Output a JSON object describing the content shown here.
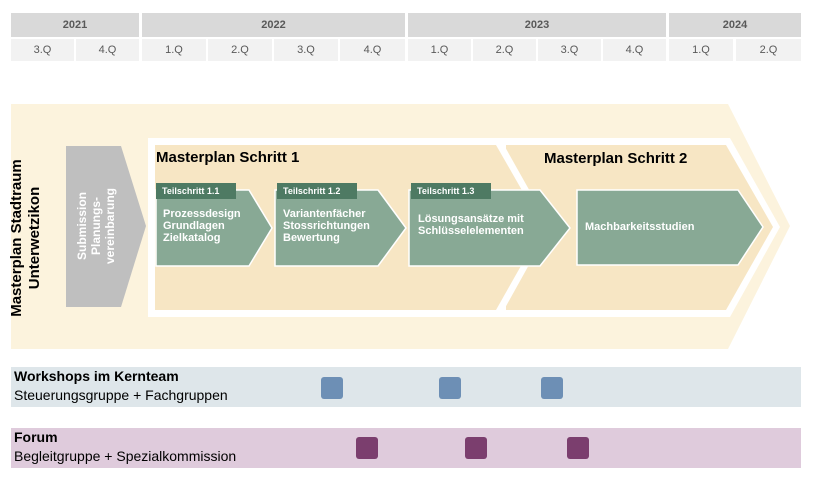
{
  "timeline": {
    "years": [
      "2021",
      "2022",
      "2023",
      "2024"
    ],
    "quarters": [
      "3.Q",
      "4.Q",
      "1.Q",
      "2.Q",
      "3.Q",
      "4.Q",
      "1.Q",
      "2.Q",
      "3.Q",
      "4.Q",
      "1.Q",
      "2.Q"
    ]
  },
  "main": {
    "title_line1": "Masterplan Stadtraum",
    "title_line2": "Unterwetzikon",
    "submission": [
      "Submission",
      "Planungs-",
      "vereinbarung"
    ],
    "schritt1": "Masterplan Schritt 1",
    "schritt2": "Masterplan Schritt 2",
    "steps": [
      {
        "tag": "Teilschritt 1.1",
        "lines": [
          "Prozessdesign",
          "Grundlagen",
          "Zielkatalog"
        ]
      },
      {
        "tag": "Teilschritt 1.2",
        "lines": [
          "Variantenfächer",
          "Stossrichtungen",
          "Bewertung"
        ]
      },
      {
        "tag": "Teilschritt 1.3",
        "lines": [
          "Lösungsansätze mit",
          "Schlüsselelementen"
        ]
      }
    ],
    "step2": "Machbarkeitsstudien"
  },
  "workshops": {
    "title": "Workshops im Kernteam",
    "subtitle": "Steuerungsgruppe + Fachgruppen",
    "color": "#6d8fb5"
  },
  "forum": {
    "title": "Forum",
    "subtitle": "Begleitgruppe + Spezialkommission",
    "color": "#7b3e6e"
  },
  "colors": {
    "outer_arrow": "#fcf3dd",
    "inner_arrow": "#f7e6c4",
    "step_arrow": "#88a995",
    "submission": "#bfbfbf",
    "band_blue": "#dee6ea",
    "band_purple": "#dfcbdc"
  }
}
